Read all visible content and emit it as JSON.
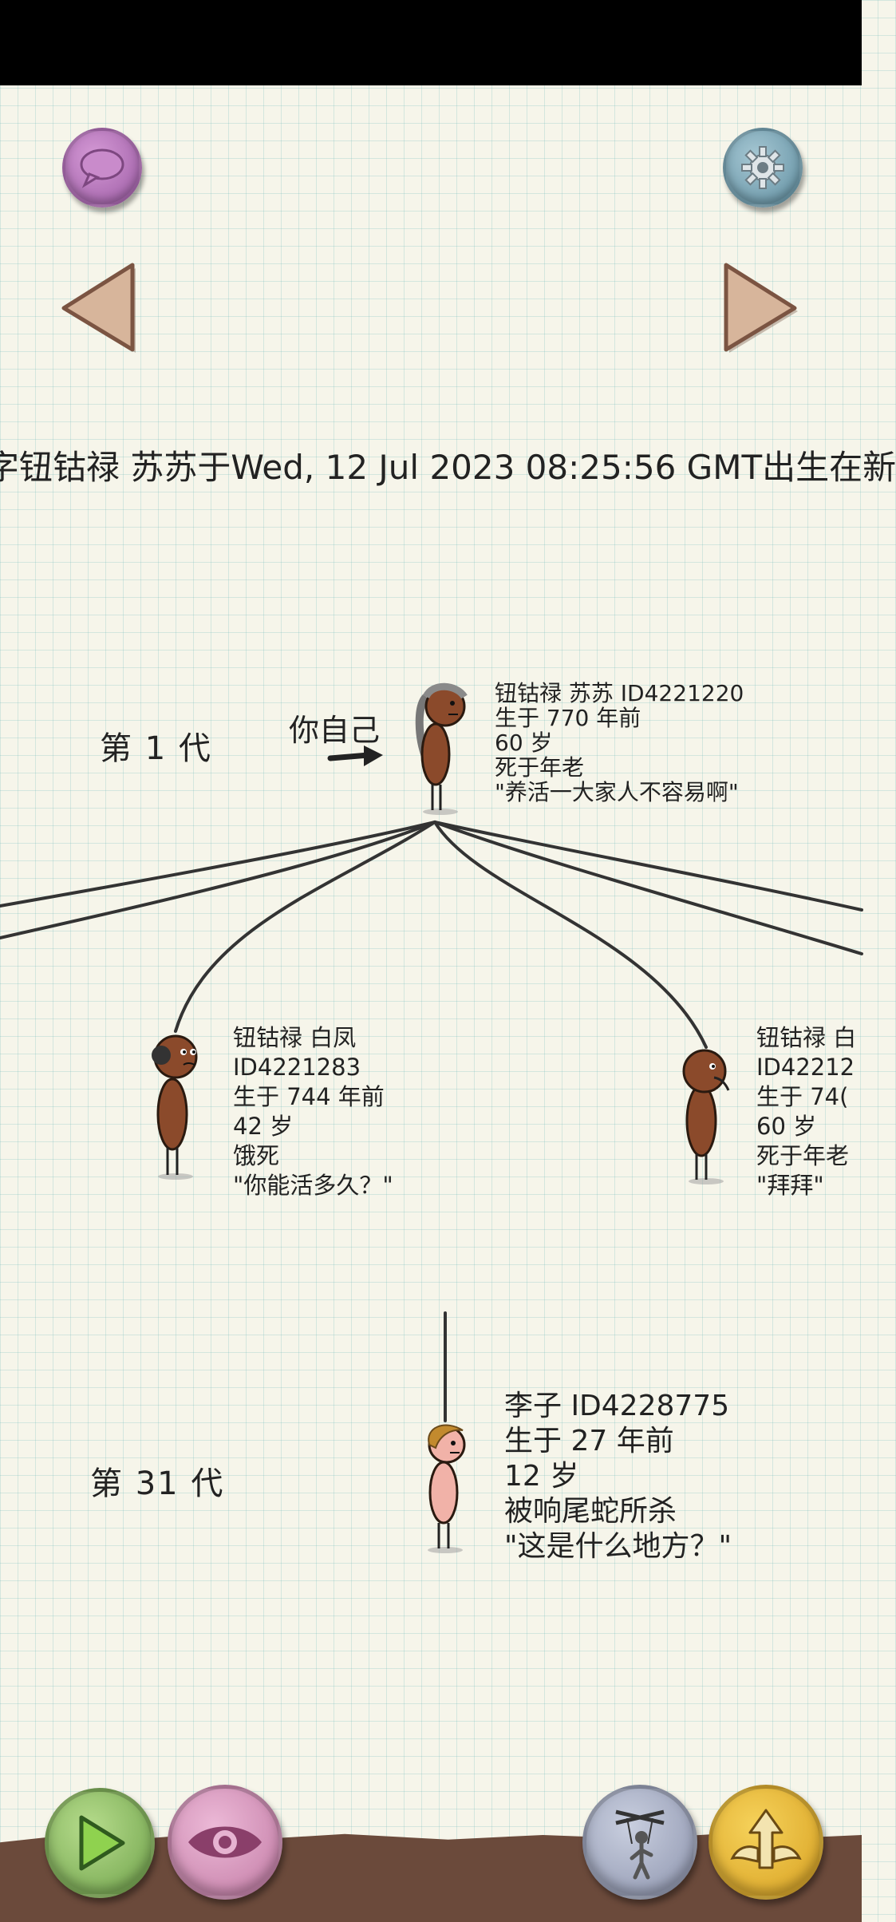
{
  "icons": {
    "chat": "speech-bubble-icon",
    "settings": "gear-icon",
    "prev": "triangle-left-icon",
    "next": "triangle-right-icon",
    "play": "play-icon",
    "view": "eye-icon",
    "puppet": "puppet-icon",
    "upgrade": "wings-arrow-up-icon"
  },
  "birth_text": "字钮钴禄 苏苏于Wed, 12 Jul 2023 08:25:56 GMT出生在新",
  "generation1": {
    "label": "第 1 代",
    "you_label": "你自己",
    "person": {
      "name_id": "钮钴禄 苏苏 ID4221220",
      "born": "生于 770 年前",
      "age": "60 岁",
      "death": "死于年老",
      "quote": "\"养活一大家人不容易啊\""
    }
  },
  "children": [
    {
      "name": "钮钴禄 白凤",
      "id": "ID4221283",
      "born": "生于 744 年前",
      "age": "42 岁",
      "death": "饿死",
      "quote": "\"你能活多久？\""
    },
    {
      "name": "钮钴禄 白",
      "id": "ID42212",
      "born": "生于 74(",
      "age": "60 岁",
      "death": "死于年老",
      "quote": "\"拜拜\""
    }
  ],
  "generation31": {
    "label": "第 31 代",
    "person": {
      "name_id": "李子 ID4228775",
      "born": "生于 27 年前",
      "age": "12 岁",
      "death": "被响尾蛇所杀",
      "quote": "\"这是什么地方？\""
    }
  },
  "colors": {
    "skin_brown": "#8b4a2b",
    "skin_pink": "#f1b2a8",
    "ground": "#6b4a3b"
  }
}
